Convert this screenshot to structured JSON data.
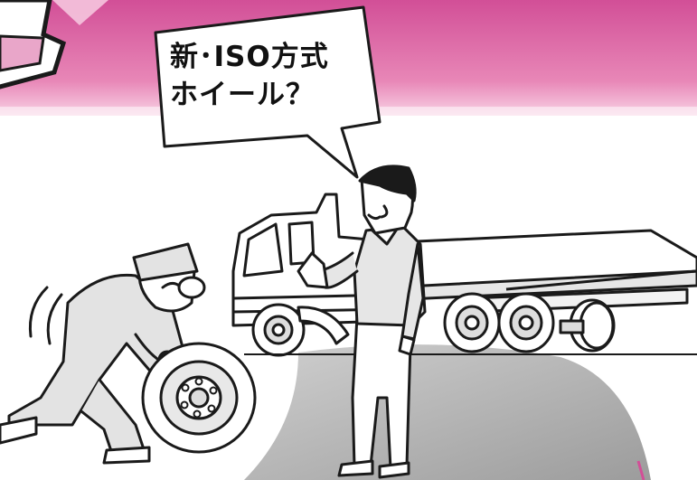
{
  "colors": {
    "banner_top": "#d24f97",
    "banner_bottom": "#f3bad7",
    "ground_shadow": "#b8b8b8",
    "line": "#1a1a1a",
    "fill": "#ffffff",
    "clothing_shade": "#e0e0e0"
  },
  "speech_bubble": {
    "line1": "新･ISO方式",
    "line2": "ホイール？"
  },
  "icons": [
    "mechanic-figure",
    "truck",
    "tire-wheel",
    "man-figure",
    "speech-bubble"
  ]
}
